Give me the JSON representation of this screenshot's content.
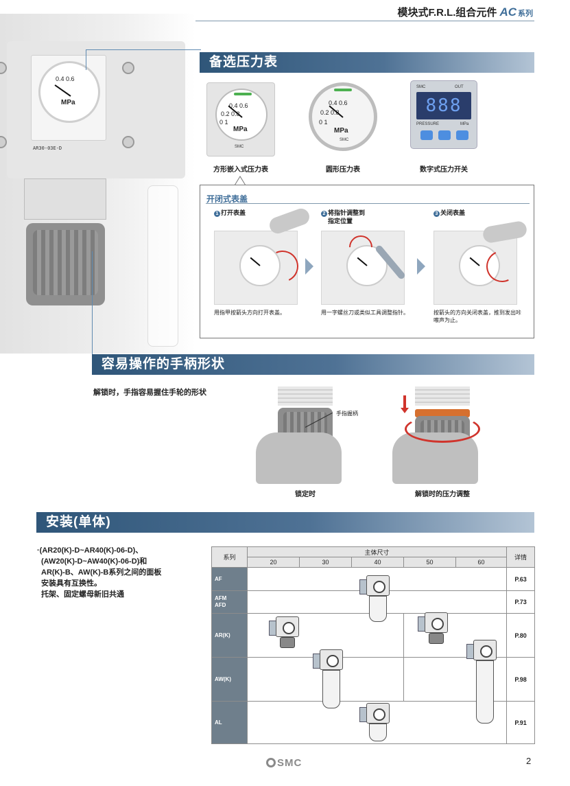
{
  "header": {
    "title": "模块式F.R.L.组合元件",
    "series_code": "AC",
    "series_suffix": "系列"
  },
  "product_photo": {
    "gauge_ticks": "0.4 0.6",
    "gauge_unit": "MPa",
    "model_label": "AR30-03E-D"
  },
  "sections": {
    "gauge": {
      "title": "备选压力表"
    },
    "handle": {
      "title": "容易操作的手柄形状"
    },
    "install": {
      "title": "安装(单体)"
    }
  },
  "gauges": {
    "items": [
      {
        "caption": "方形嵌入式压力表",
        "ticks_top": "0.4 0.6",
        "ticks_mid": "0.2      0.8",
        "ticks_bot": "0            1",
        "unit": "MPa",
        "brand": "SMC"
      },
      {
        "caption": "圆形压力表",
        "ticks_top": "0.4 0.6",
        "ticks_mid": "0.2      0.8",
        "ticks_bot": "0            1",
        "unit": "MPa",
        "brand": "SMC"
      },
      {
        "caption": "数字式压力开关",
        "display": "888",
        "label_out": "OUT",
        "label_pressure": "PRESSURE",
        "label_mpa": "MPa",
        "brand": "SMC"
      }
    ]
  },
  "open_close": {
    "title": "开闭式表盖",
    "steps": [
      {
        "num": "1",
        "title": "打开表盖",
        "desc": "用指甲按箭头方向打开表盖。"
      },
      {
        "num": "2",
        "title": "将指针调整到",
        "title2": "指定位置",
        "desc": "用一字螺丝刀或类似工具调整指针。"
      },
      {
        "num": "3",
        "title": "关闭表盖",
        "desc": "按箭头的方向关闭表盖，推到发出咔嚓声为止。"
      }
    ]
  },
  "handle": {
    "description": "解锁时，手指容易握住手轮的形状",
    "finger_label": "手指握柄",
    "caption_locked": "锁定时",
    "caption_unlocked": "解锁时的压力调整"
  },
  "install": {
    "text_lines": [
      "·(AR20(K)-D~AR40(K)-06-D)、",
      "(AW20(K)-D~AW40(K)-06-D)和",
      "AR(K)-B、AW(K)-B系列之间的面板",
      "安装具有互换性。",
      "托架、固定螺母新旧共通"
    ],
    "table": {
      "col_series": "系列",
      "col_body_size": "主体尺寸",
      "col_detail": "详情",
      "sizes": [
        "20",
        "30",
        "40",
        "50",
        "60"
      ],
      "rows": [
        {
          "series": "AF",
          "page": "P.63"
        },
        {
          "series": "AFM",
          "series2": "AFD",
          "page": "P.73"
        },
        {
          "series": "AR(K)",
          "page": "P.80"
        },
        {
          "series": "AW(K)",
          "page": "P.98"
        },
        {
          "series": "AL",
          "page": "P.91"
        }
      ]
    }
  },
  "footer": {
    "logo": "SMC",
    "page_number": "2"
  },
  "colors": {
    "bar_dark": "#2f5679",
    "accent_blue": "#3f6e99",
    "arrow_red": "#d0342c",
    "ring_orange": "#d6702f",
    "gauge_green": "#4cb050"
  }
}
